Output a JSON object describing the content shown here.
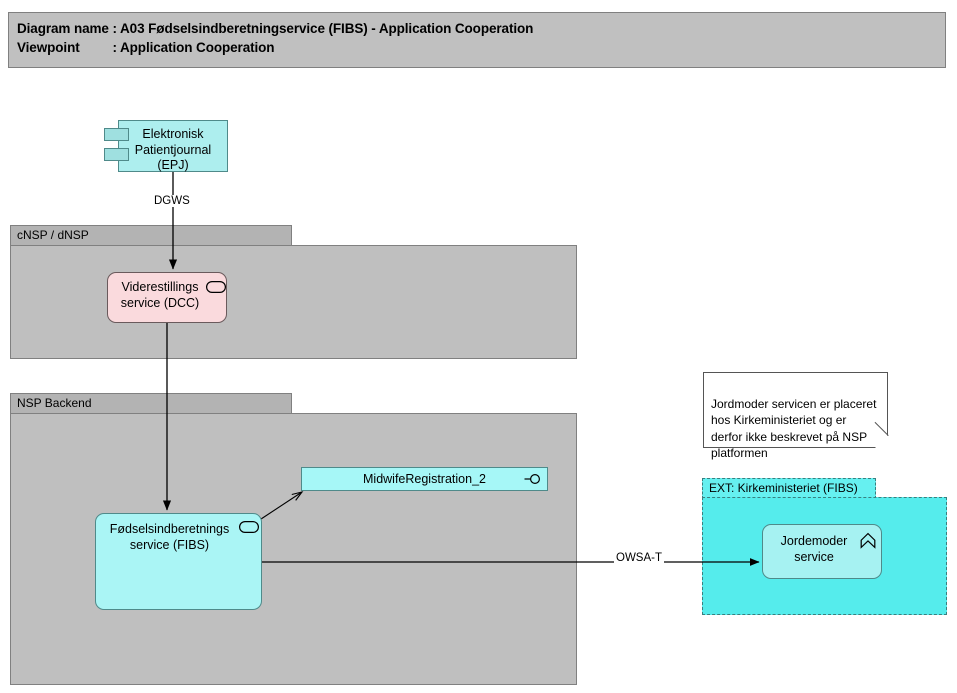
{
  "header": {
    "line1": "Diagram name : A03 Fødselsindberetningservice (FIBS) - Application Cooperation",
    "line2": "Viewpoint         : Application Cooperation"
  },
  "groups": [
    {
      "id": "cnsp",
      "label": "cNSP / dNSP"
    },
    {
      "id": "nsp_backend",
      "label": "NSP Backend"
    },
    {
      "id": "ext_kirkeministeriet",
      "label": "EXT: Kirkeministeriet (FIBS)"
    }
  ],
  "nodes": {
    "epj": {
      "label": "Elektronisk\nPatientjournal\n(EPJ)",
      "type": "uml-component",
      "fill": "#adeeee"
    },
    "dcc": {
      "label": "Viderestillings\nservice (DCC)",
      "type": "application-component",
      "fill": "#fadadd"
    },
    "fibs": {
      "label": "Fødselsindberetnings\nservice (FIBS)",
      "type": "application-component",
      "fill": "#aaf5f5"
    },
    "midwife_registration": {
      "label": "MidwifeRegistration_2",
      "type": "application-interface",
      "fill": "#a6f7f7"
    },
    "jordemoder": {
      "label": "Jordemoder\nservice",
      "type": "application-service",
      "fill": "#a6f2f2"
    }
  },
  "connectors": [
    {
      "id": "epj_dcc",
      "label": "DGWS"
    },
    {
      "id": "dcc_fibs",
      "label": ""
    },
    {
      "id": "fibs_midwife",
      "label": ""
    },
    {
      "id": "fibs_jordemoder",
      "label": "OWSA-T"
    }
  ],
  "note": {
    "text": "Jordmoder servicen er placeret hos Kirkeministeriet og er derfor ikke beskrevet på NSP platformen"
  },
  "colors": {
    "page_background": "#ffffff",
    "title_background": "#c0c0c0",
    "group_background": "#bfbfbf",
    "group_tab": "#b3b3b3",
    "ext_group_background": "#55ecec",
    "component_cyan": "#adeeee",
    "component_pink": "#fadadd",
    "line": "#000000"
  }
}
